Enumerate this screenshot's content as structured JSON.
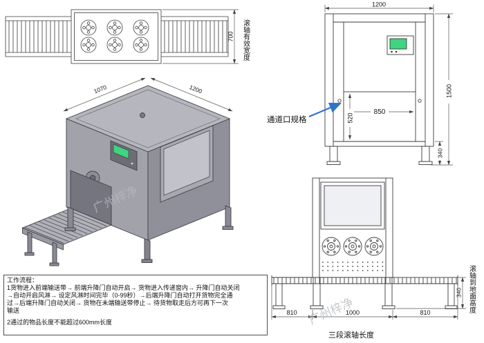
{
  "watermark": "广州梓净",
  "top_view": {
    "dim_700": "700",
    "label_roller_width": "滚轴有效宽度"
  },
  "iso_view": {
    "dim_depth": "1070",
    "dim_width": "1200"
  },
  "front_view": {
    "dim_width": "1200",
    "dim_height": "1500",
    "dim_opening_w": "850",
    "dim_opening_h": "520",
    "dim_bottom": "340",
    "label_channel": "通道口规格"
  },
  "rear_view": {
    "dim_left": "810",
    "dim_mid": "1000",
    "dim_right": "810",
    "dim_height": "340",
    "label_length": "三段滚轴长度",
    "label_height": "滚轴到地面高度"
  },
  "workflow": {
    "title": "工作流程：",
    "lines": [
      "1货物进入前端输送带→ 前端升降门自动开启→ 货物进入传递窗内→ 升降门自动关闭",
      "→自动开启风淋→ 设定风淋时间完毕（0-99秒）→后端升降门自动打开货物完全通",
      "过→后端升降门自动关闭→ 货物在未端输送带停止→ 待货物取走后方可再下一次",
      "输送",
      "",
      "2通过的物品长度不能超过600mm长度"
    ]
  },
  "colors": {
    "line": "#3a3a3a",
    "blue_arrow": "#2e74c8",
    "screen_green": "#3fd47f",
    "body_gray": "#a2a2aa"
  }
}
